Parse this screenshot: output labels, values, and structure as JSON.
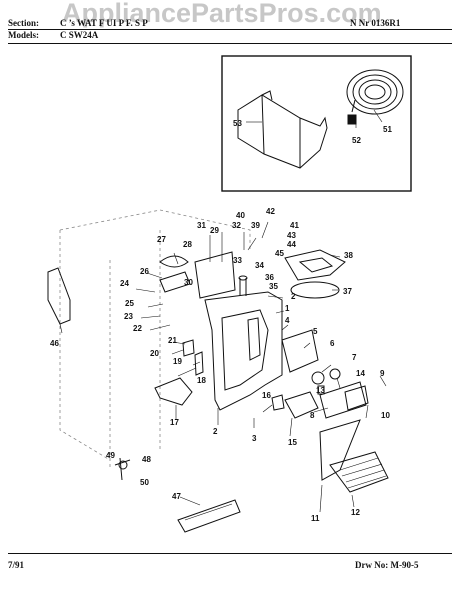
{
  "header": {
    "section_label": "Section:",
    "section_text": "C  ’s WAT  F  UI  P  F.  S  P",
    "models_label": "Models:",
    "models_text": "C  SW24A",
    "code": "N  Nr  0136R1",
    "watermark": "AppliancePartsPros.com"
  },
  "footer": {
    "date": "7/91",
    "drawing_number": "Drw No: M-90-5"
  },
  "part_labels": [
    "53",
    "52",
    "51",
    "42",
    "40",
    "41",
    "39",
    "32",
    "43",
    "31",
    "29",
    "44",
    "27",
    "28",
    "45",
    "33",
    "34",
    "38",
    "26",
    "30",
    "36",
    "24",
    "37",
    "35",
    "2",
    "25",
    "1",
    "23",
    "4",
    "22",
    "5",
    "46",
    "21",
    "6",
    "20",
    "7",
    "19",
    "9",
    "18",
    "14",
    "13",
    "16",
    "8",
    "10",
    "17",
    "3",
    "2",
    "15",
    "49",
    "48",
    "50",
    "11",
    "12",
    "47"
  ]
}
